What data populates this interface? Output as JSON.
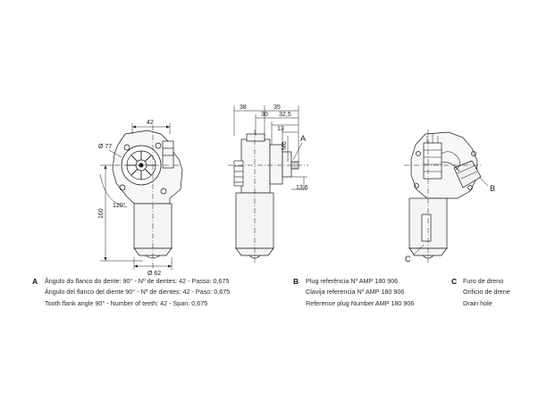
{
  "left_view": {
    "dim_top": "42",
    "dim_diameter_small": "Ø 77",
    "dim_angle": "120°",
    "dim_height": "160",
    "dim_diameter_bottom": "Ø 62"
  },
  "side_view": {
    "dim_38": "38",
    "dim_35": "35",
    "dim_30": "30",
    "dim_32_5": "32,5",
    "dim_13": "13",
    "dim_m6": "M6",
    "dim_13_6": "13,6",
    "marker_a": "A"
  },
  "right_view": {
    "marker_b": "B",
    "marker_c": "C"
  },
  "notes": {
    "a": {
      "letter": "A",
      "line1": "Ângulo do flanco do dente: 90° - Nº de dentes: 42 - Passo: 0,675",
      "line2": "Ángulo del flanco del diente 90° - Nº de dientes: 42 - Paso: 0,675",
      "line3": "Tooth flank angle 90° - Number of teeth: 42 - Span: 0,675"
    },
    "b": {
      "letter": "B",
      "line1": "Plug referência Nº AMP 180 906",
      "line2": "Clavija referencia Nº AMP 180 906",
      "line3": "Reference plug Number AMP 180 906"
    },
    "c": {
      "letter": "C",
      "line1": "Furo de dreno",
      "line2": "Orificio de drene",
      "line3": "Drain hole"
    }
  },
  "colors": {
    "line": "#1a1a1a",
    "fill": "#f2f2f2"
  }
}
